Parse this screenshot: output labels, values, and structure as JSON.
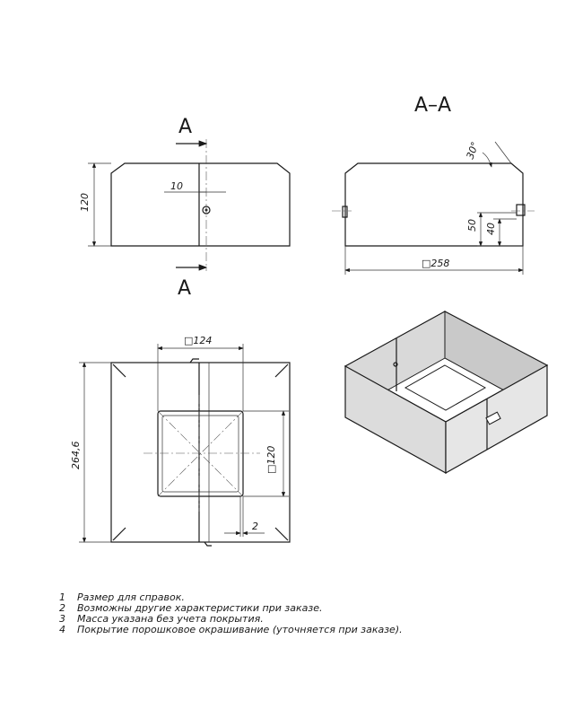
{
  "section_marks": {
    "a_top": "A",
    "a_bottom": "A",
    "section_title": "A–A"
  },
  "dimensions": {
    "height_120": "120",
    "offset_10": "10",
    "angle_30": "30°",
    "height_50": "50",
    "height_40": "40",
    "square_258": "□258",
    "square_124": "□124",
    "length_264_6": "264,6",
    "square_120": "□120",
    "gap_2": "2"
  },
  "notes": [
    {
      "num": "1",
      "text": "Размер для справок."
    },
    {
      "num": "2",
      "text": "Возможны другие характеристики при заказе."
    },
    {
      "num": "3",
      "text": "Масса указана без учета покрытия."
    },
    {
      "num": "4",
      "text": "Покрытие порошковое окрашивание (уточняется при заказе)."
    }
  ]
}
